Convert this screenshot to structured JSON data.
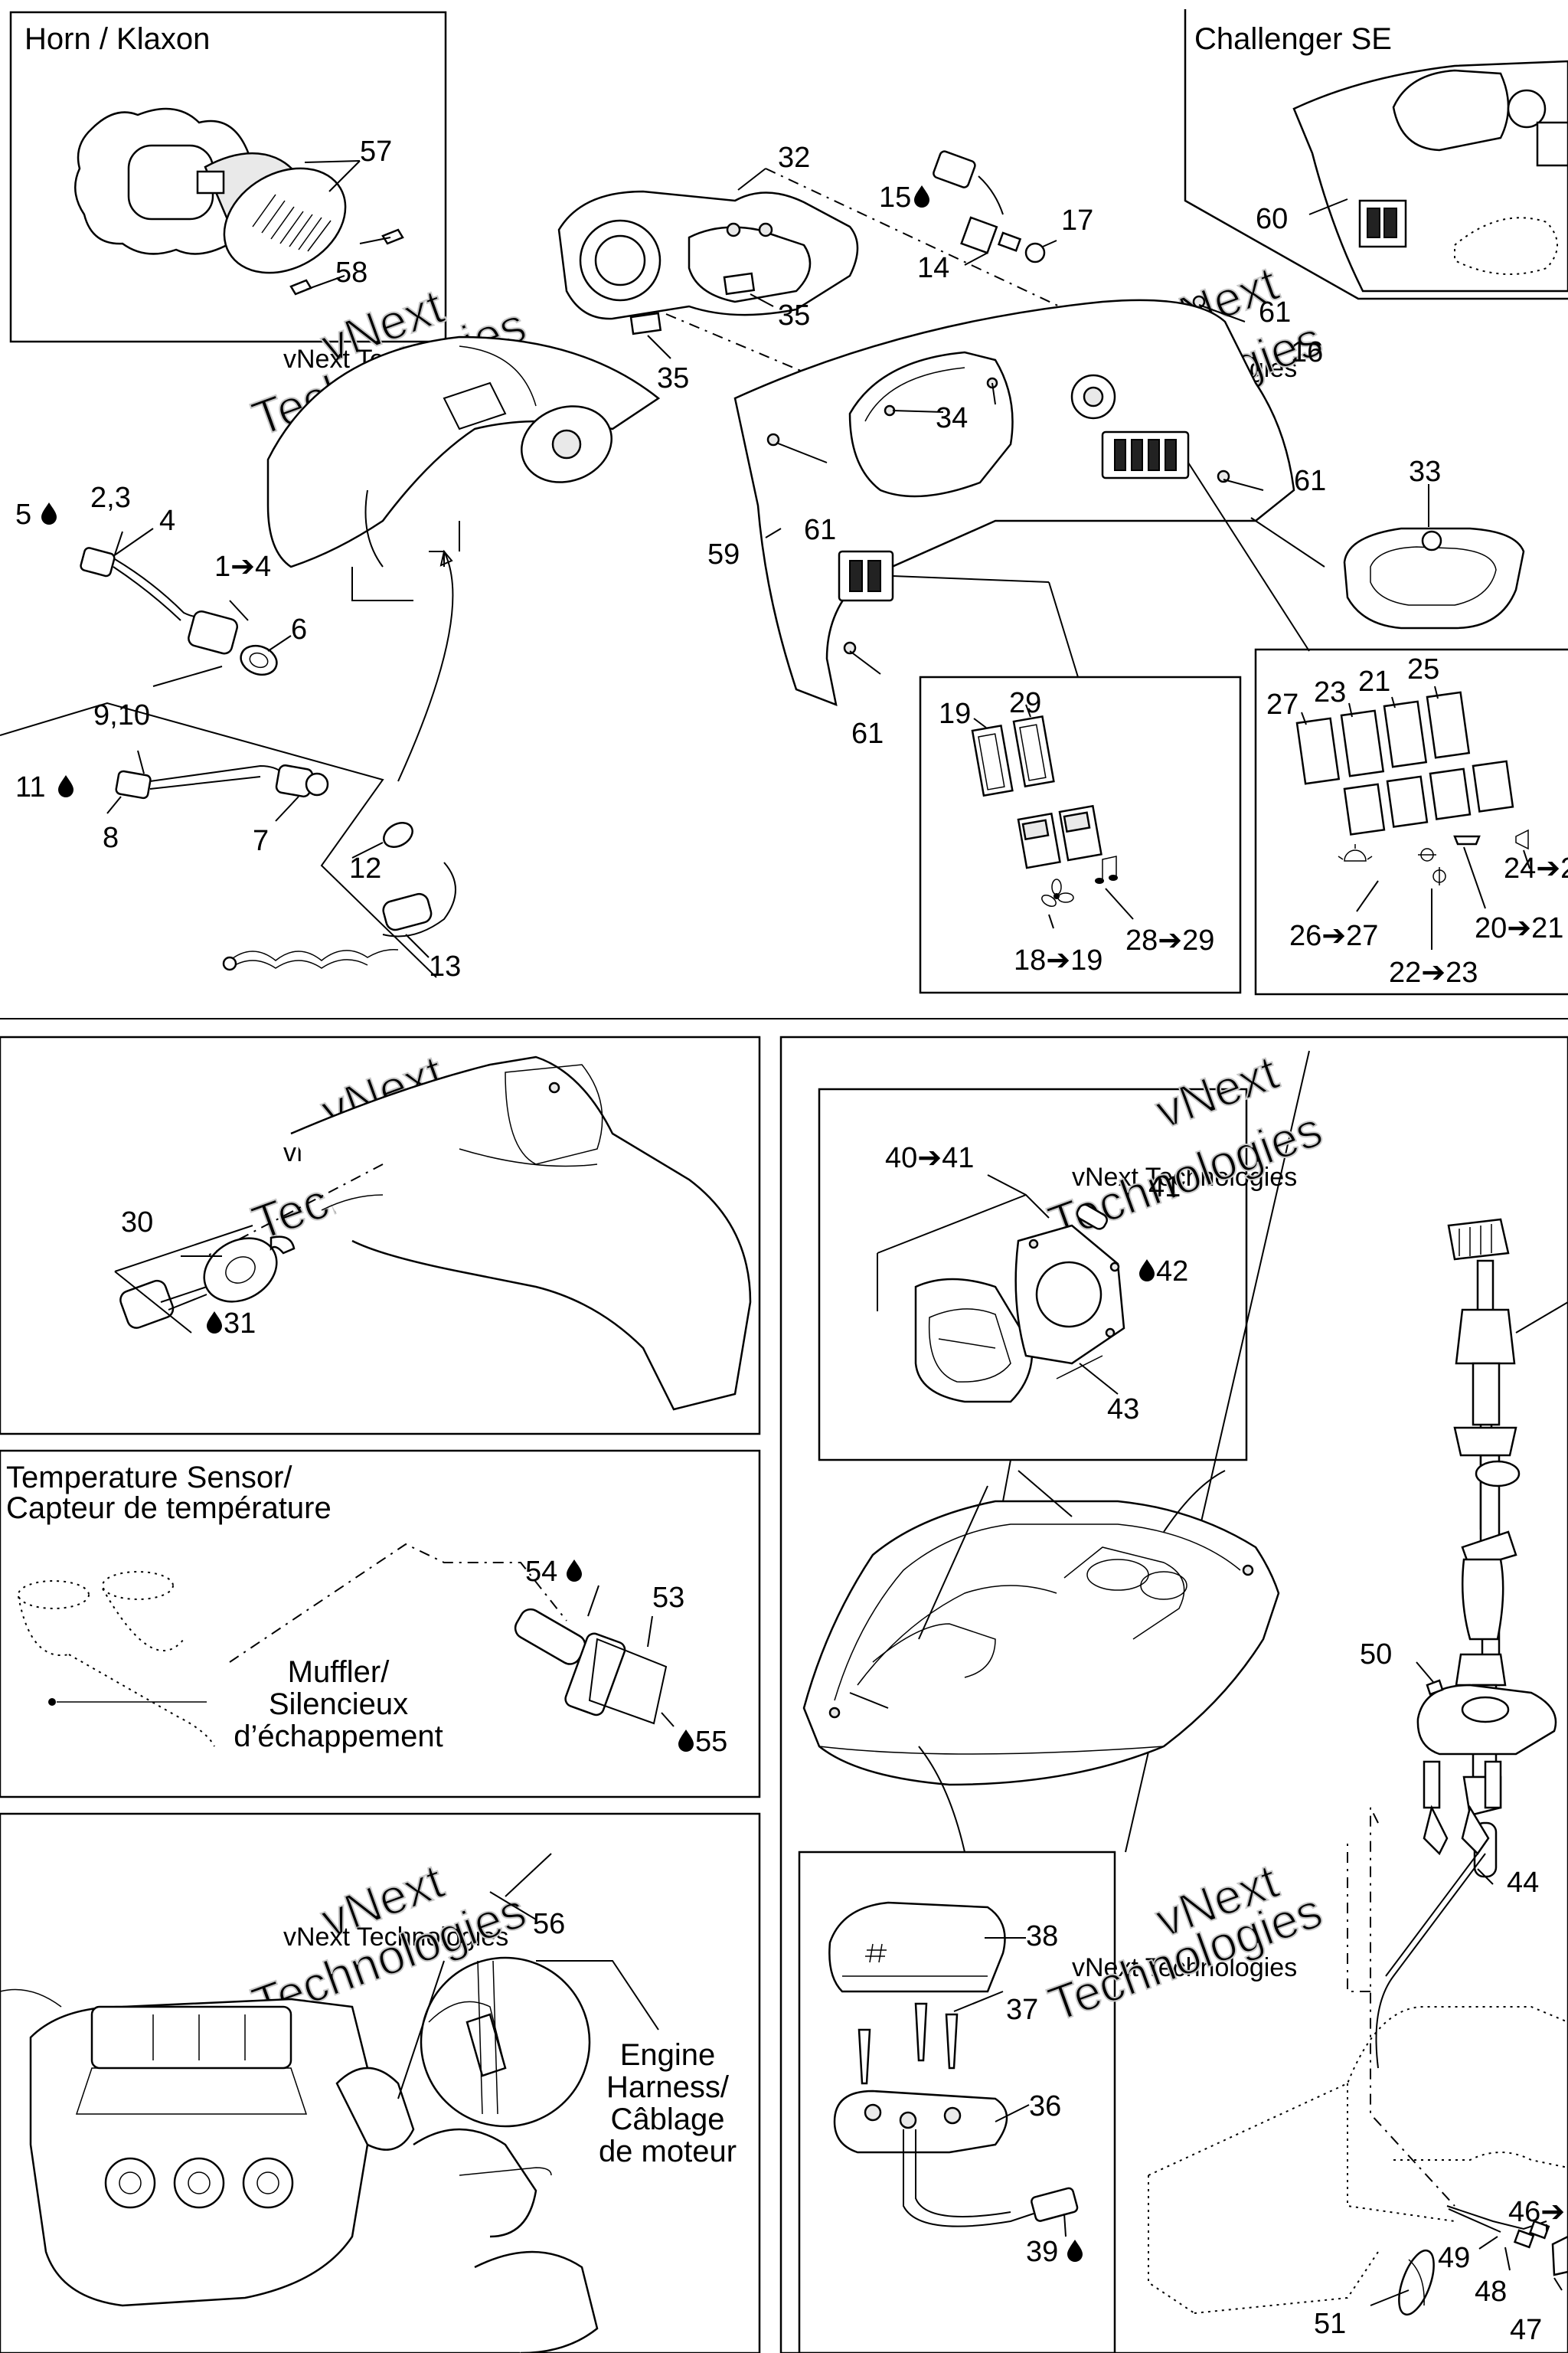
{
  "sections": {
    "horn_title": "Horn  / Klaxon",
    "challenger_title": "Challenger SE",
    "temp_sensor_title_line1": "Temperature Sensor/",
    "temp_sensor_title_line2": "Capteur de température",
    "muffler_line1": "Muffler/",
    "muffler_line2": "Silencieux",
    "muffler_line3": "d’échappement",
    "engine_line1": "Engine",
    "engine_line2": "Harness/",
    "engine_line3": "Câblage",
    "engine_line4": "de moteur"
  },
  "watermark": {
    "brand": "vNext",
    "text": "vNext Technologies",
    "word": "Technologies"
  },
  "callouts": {
    "c57": "57",
    "c58": "58",
    "c32": "32",
    "c15": "15",
    "c17": "17",
    "c14": "14",
    "c35a": "35",
    "c35b": "35",
    "c34": "34",
    "c61a": "61",
    "c61b": "61",
    "c61c": "61",
    "c61d": "61",
    "c16": "16",
    "c59": "59",
    "c60": "60",
    "c33": "33",
    "c5": "5",
    "c23pair": "2,3",
    "c4": "4",
    "c1to4": "1➔4",
    "c6": "6",
    "c910": "9,10",
    "c11": "11",
    "c8": "8",
    "c7": "7",
    "c12": "12",
    "c13": "13",
    "c19": "19",
    "c29": "29",
    "c18to19": "18➔19",
    "c28to29": "28➔29",
    "c27": "27",
    "c23": "23",
    "c21": "21",
    "c25": "25",
    "c26to27": "26➔27",
    "c22to23": "22➔23",
    "c20to21": "20➔21",
    "c24to2": "24➔2",
    "c30": "30",
    "c31": "31",
    "c40to41": "40➔41",
    "c41": "41",
    "c42": "42",
    "c43": "43",
    "c54": "54",
    "c53": "53",
    "c55": "55",
    "c50": "50",
    "c44": "44",
    "c56": "56",
    "c38": "38",
    "c37": "37",
    "c36": "36",
    "c39": "39",
    "c46": "46➔",
    "c49": "49",
    "c48": "48",
    "c47": "47",
    "c51": "51"
  },
  "colors": {
    "line": "#000000",
    "watermark": "#9a9a9a",
    "background": "#ffffff"
  },
  "icons": [
    "drop-icon",
    "fan-icon",
    "music-note-icon",
    "light-icon",
    "bilge-icon",
    "horn-icon",
    "hash-icon"
  ]
}
